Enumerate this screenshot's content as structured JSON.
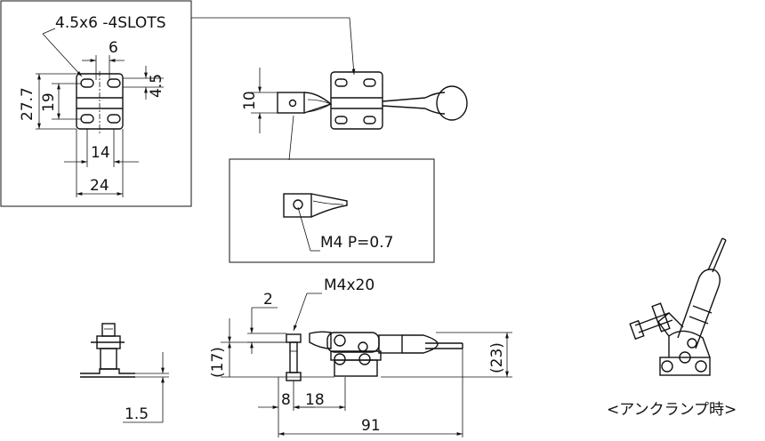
{
  "slots_label": "4.5x6 -4SLOTS",
  "inset_dims": {
    "top_width": "6",
    "top_offset": "4.5",
    "total_height": "27.7",
    "slot_pitch": "19",
    "inner_width": "14",
    "outer_width": "24"
  },
  "top_view": {
    "tip_height": "10"
  },
  "detail": {
    "thread_label": "M4 P=0.7"
  },
  "side_view": {
    "bolt_label": "M4x20",
    "bolt_offset": "2",
    "height_17": "(17)",
    "height_23": "(23)",
    "dim_8": "8",
    "dim_18": "18",
    "overall_length": "91"
  },
  "end_view": {
    "base_thickness": "1.5"
  },
  "clamped_caption": "<アンクランプ時>"
}
